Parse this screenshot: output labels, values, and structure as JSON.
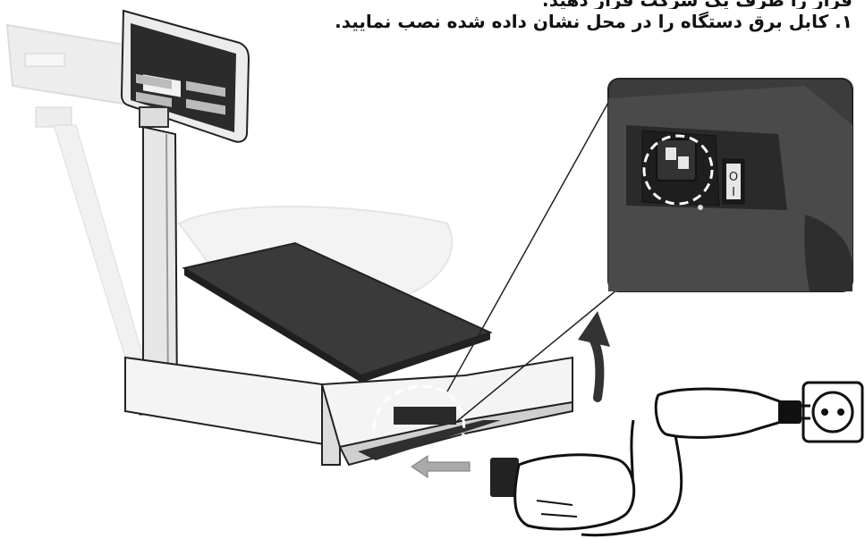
{
  "instructions": {
    "cropped_line": "قرار را طرف یک شرکت قرار دهید:",
    "step_1": "۱. کابل برق دستگاه را در محل نشان داده شده نصب نمایید."
  },
  "inset": {
    "switch_off": "O",
    "switch_on": "I"
  },
  "colors": {
    "platter": "#3a3a3a",
    "display_panel": "#2b2b2b",
    "ghost": "#cfcfcf",
    "outline": "#111111"
  }
}
